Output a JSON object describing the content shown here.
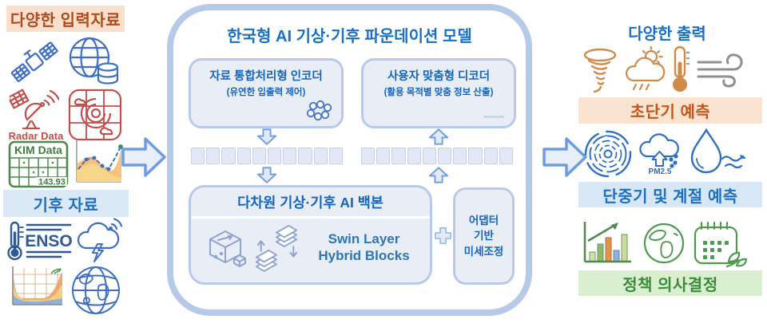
{
  "left_panel": {
    "input_header": "다양한 입력자료",
    "radar_label": "Radar Data",
    "kim_label": "KIM Data",
    "kim_value": "143.93",
    "climate_header": "기후 자료",
    "enso_label": "ENSO"
  },
  "model_panel": {
    "title": "한국형 AI 기상·기후 파운데이션 모델",
    "encoder_title": "자료 통합처리형 인코더",
    "encoder_subtitle": "(유연한 입출력 제어)",
    "decoder_title": "사용자 맞춤형 디코더",
    "decoder_subtitle": "(활용 목적별 맞춤 정보 산출)",
    "backbone_title": "다차원 기상·기후 AI 백본",
    "backbone_label_line1": "Swin Layer",
    "backbone_label_line2": "Hybrid Blocks",
    "adapter_line1": "어댑터",
    "adapter_line2": "기반",
    "adapter_line3": "미세조정"
  },
  "right_panel": {
    "output_title": "다양한 출력",
    "nowcast_banner": "초단기 예측",
    "pm_label": "PM2.5",
    "seasonal_banner": "단중기 및 계절 예측",
    "policy_banner": "정책 의사결정"
  },
  "colors": {
    "accent_blue": "#1a70c4",
    "accent_orange": "#b04b1e",
    "banner_peach": "#fbe3d1",
    "banner_blue": "#d8e7f6",
    "banner_green": "#d9efcf",
    "policy_green": "#3c8b3b",
    "box_fill": "#e9edf6",
    "box_border": "#b7c9e9",
    "arrow_blue": "#6f9be5"
  }
}
